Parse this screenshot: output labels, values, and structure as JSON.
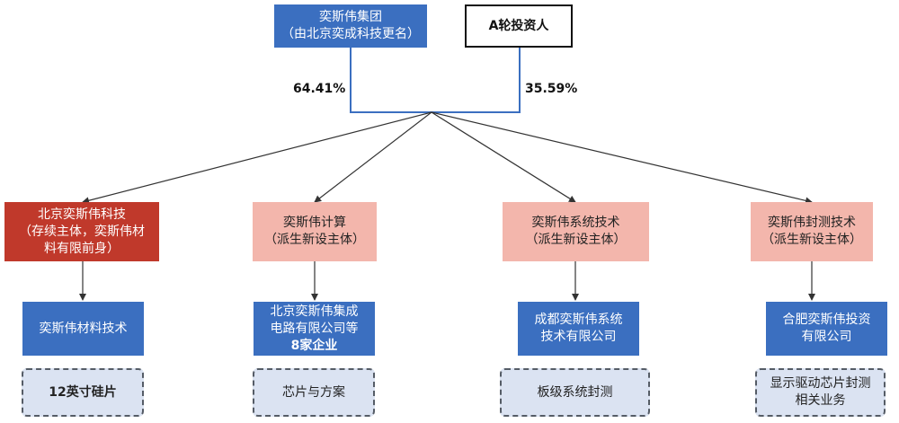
{
  "top": {
    "group": {
      "line1": "奕斯伟集团",
      "line2": "（由北京奕成科技更名）"
    },
    "investor": "A轮投资人"
  },
  "shares": {
    "group_pct": "64.41%",
    "investor_pct": "35.59%"
  },
  "entities": [
    {
      "line1": "北京奕斯伟科技",
      "line2": "（存续主体，奕斯伟材",
      "line3": "料有限前身）"
    },
    {
      "line1": "奕斯伟计算",
      "line2": "（派生新设主体）"
    },
    {
      "line1": "奕斯伟系统技术",
      "line2": "（派生新设主体）"
    },
    {
      "line1": "奕斯伟封测技术",
      "line2": "（派生新设主体）"
    }
  ],
  "subsidiaries": [
    {
      "line1": "奕斯伟材料技术"
    },
    {
      "line1": "北京奕斯伟集成",
      "line2": "电路有限公司等",
      "line3": "8家企业"
    },
    {
      "line1": "成都奕斯伟系统",
      "line2": "技术有限公司"
    },
    {
      "line1": "合肥奕斯伟投资",
      "line2": "有限公司"
    }
  ],
  "businesses": [
    {
      "line1": "12英寸硅片"
    },
    {
      "line1": "芯片与方案"
    },
    {
      "line1": "板级系统封测"
    },
    {
      "line1": "显示驱动芯片封测",
      "line2": "相关业务"
    }
  ],
  "colors": {
    "blue": "#3b6fc0",
    "red": "#c0392b",
    "pink": "#f3b6ac",
    "light_blue": "#dbe3f2"
  }
}
